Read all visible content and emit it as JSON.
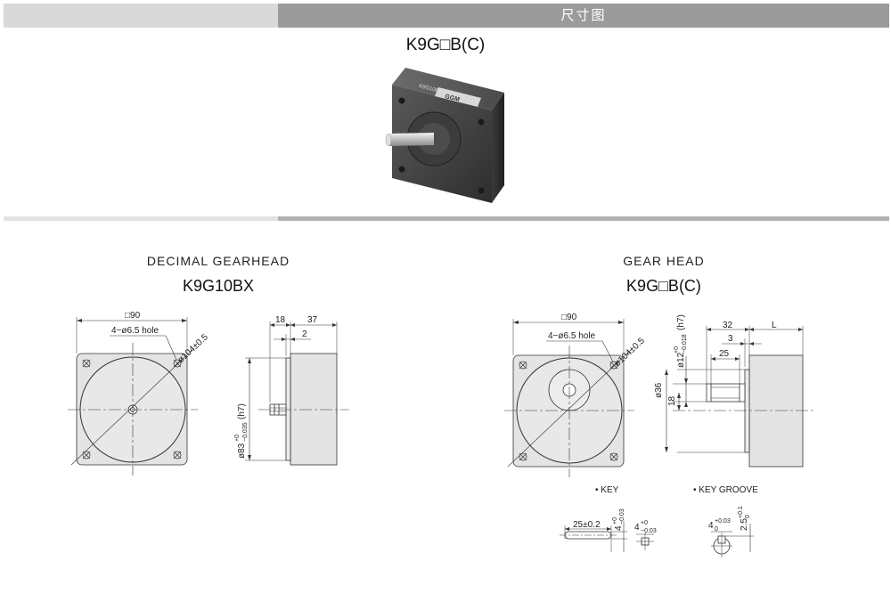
{
  "banner": {
    "title": "尺寸图"
  },
  "product": {
    "model": "K9G□B(C)",
    "label_brand": "GGM",
    "label_model": "K9G10B"
  },
  "left_drawing": {
    "header": "DECIMAL GEARHEAD",
    "model": "K9G10BX",
    "dims": {
      "square": "□90",
      "holes": "4−ø6.5 hole",
      "pcd": "ø104±0.5",
      "d18": "18",
      "d37": "37",
      "d2": "2",
      "pilot_main": "ø83",
      "pilot_sup": "+0",
      "pilot_sub": "−0.035",
      "pilot_tail": "(h7)"
    }
  },
  "right_drawing": {
    "header": "GEAR HEAD",
    "model": "K9G□B(C)",
    "dims": {
      "square": "□90",
      "holes": "4−ø6.5 hole",
      "pcd": "ø104±0.5",
      "shaft_main": "ø12",
      "shaft_sup": "+0",
      "shaft_sub": "−0.018",
      "shaft_tail": "(h7)",
      "d36": "ø36",
      "d18": "18",
      "d32": "32",
      "dL": "L",
      "d3": "3",
      "d25": "25"
    }
  },
  "key_detail": {
    "label": "• KEY",
    "len": "25±0.2",
    "h_main": "4",
    "h_sup": "+0",
    "h_sub": "−0.03",
    "w_main": "4",
    "w_sup": "+0",
    "w_sub": "−0.03"
  },
  "groove_detail": {
    "label": "• KEY GROOVE",
    "w_main": "4",
    "w_sup": "+0.03",
    "w_sub": "0",
    "d_main": "2.5",
    "d_sup": "+0.1",
    "d_sub": "0"
  }
}
